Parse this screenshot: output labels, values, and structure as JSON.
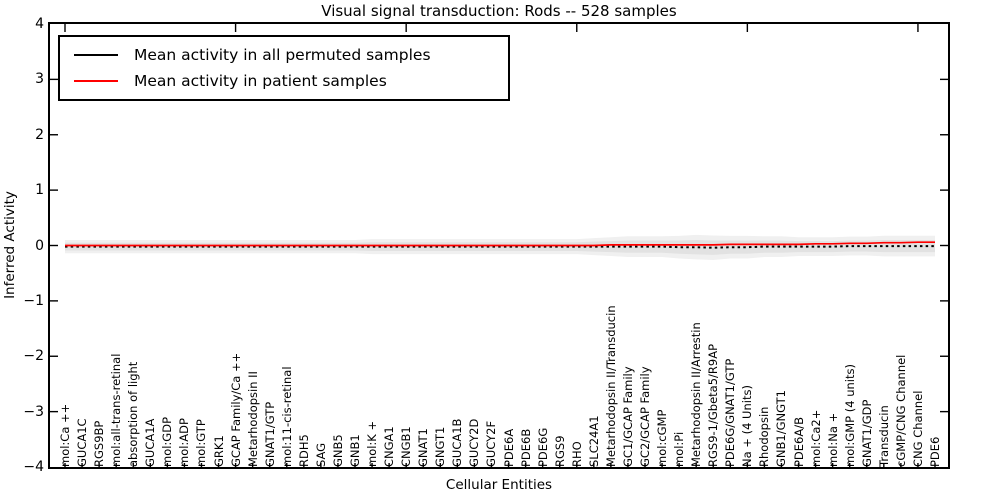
{
  "chart_data": {
    "type": "line",
    "title": "Visual signal transduction: Rods -- 528 samples",
    "xlabel": "Cellular Entities",
    "ylabel": "Inferred Activity",
    "ylim": [
      -4,
      4
    ],
    "grid": false,
    "legend_position": "upper left",
    "ytick_labels": [
      "4",
      "3",
      "2",
      "1",
      "0",
      "−1",
      "−2",
      "−3",
      "−4"
    ],
    "categories": [
      "mol:Ca ++",
      "GUCA1C",
      "RGS9BP",
      "mol:all-trans-retinal",
      "absorption of light",
      "GUCA1A",
      "mol:GDP",
      "mol:ADP",
      "mol:GTP",
      "GRK1",
      "GCAP Family/Ca ++",
      "Metarhodopsin II",
      "GNAT1/GTP",
      "mol:11-cis-retinal",
      "RDH5",
      "SAG",
      "GNB5",
      "GNB1",
      "mol:K +",
      "CNGA1",
      "CNGB1",
      "GNAT1",
      "GNGT1",
      "GUCA1B",
      "GUCY2D",
      "GUCY2F",
      "PDE6A",
      "PDE6B",
      "PDE6G",
      "RGS9",
      "RHO",
      "SLC24A1",
      "Metarhodopsin II/Transducin",
      "GC1/GCAP Family",
      "GC2/GCAP Family",
      "mol:cGMP",
      "mol:Pi",
      "Metarhodopsin II/Arrestin",
      "RGS9-1/Gbeta5/R9AP",
      "PDE6G/GNAT1/GTP",
      "Na + (4 Units)",
      "Rhodopsin",
      "GNB1/GNGT1",
      "PDE6A/B",
      "mol:Ca2+",
      "mol:Na +",
      "mol:GMP (4 units)",
      "GNAT1/GDP",
      "Transducin",
      "cGMP/CNG Channel",
      "CNG Channel",
      "PDE6"
    ],
    "series": [
      {
        "name": "Mean activity in all permuted samples",
        "color": "#000000",
        "style": "dashed",
        "values": [
          -0.02,
          -0.02,
          -0.02,
          -0.02,
          -0.02,
          -0.02,
          -0.02,
          -0.02,
          -0.02,
          -0.02,
          -0.02,
          -0.02,
          -0.02,
          -0.02,
          -0.02,
          -0.02,
          -0.02,
          -0.02,
          -0.02,
          -0.02,
          -0.02,
          -0.02,
          -0.02,
          -0.02,
          -0.02,
          -0.02,
          -0.02,
          -0.02,
          -0.02,
          -0.02,
          -0.02,
          -0.02,
          -0.02,
          -0.02,
          -0.02,
          -0.02,
          -0.03,
          -0.03,
          -0.04,
          -0.03,
          -0.03,
          -0.02,
          -0.02,
          -0.02,
          -0.02,
          -0.02,
          -0.01,
          -0.01,
          -0.01,
          -0.01,
          -0.01,
          -0.01
        ]
      },
      {
        "name": "Mean activity in patient samples",
        "color": "#ff0000",
        "style": "solid",
        "values": [
          0,
          0,
          0,
          0,
          0,
          0,
          0,
          0,
          0,
          0,
          0,
          0,
          0,
          0,
          0,
          0,
          0,
          0,
          0,
          0,
          0,
          0,
          0,
          0,
          0,
          0,
          0,
          0,
          0,
          0,
          0,
          0,
          0.01,
          0.01,
          0.01,
          0.01,
          0.01,
          0.01,
          0.01,
          0.02,
          0.02,
          0.02,
          0.02,
          0.02,
          0.03,
          0.03,
          0.04,
          0.04,
          0.05,
          0.05,
          0.06,
          0.06
        ]
      }
    ],
    "uncertainty_band": {
      "color": "#e2e2e2",
      "center": "permuted-mean",
      "half_widths": [
        0.07,
        0.07,
        0.07,
        0.07,
        0.07,
        0.07,
        0.07,
        0.07,
        0.07,
        0.07,
        0.07,
        0.07,
        0.07,
        0.07,
        0.07,
        0.07,
        0.07,
        0.07,
        0.08,
        0.08,
        0.08,
        0.08,
        0.08,
        0.08,
        0.08,
        0.08,
        0.08,
        0.08,
        0.08,
        0.08,
        0.08,
        0.09,
        0.1,
        0.11,
        0.11,
        0.11,
        0.12,
        0.13,
        0.13,
        0.12,
        0.12,
        0.11,
        0.11,
        0.1,
        0.1,
        0.1,
        0.1,
        0.1,
        0.11,
        0.11,
        0.11,
        0.11
      ]
    }
  }
}
